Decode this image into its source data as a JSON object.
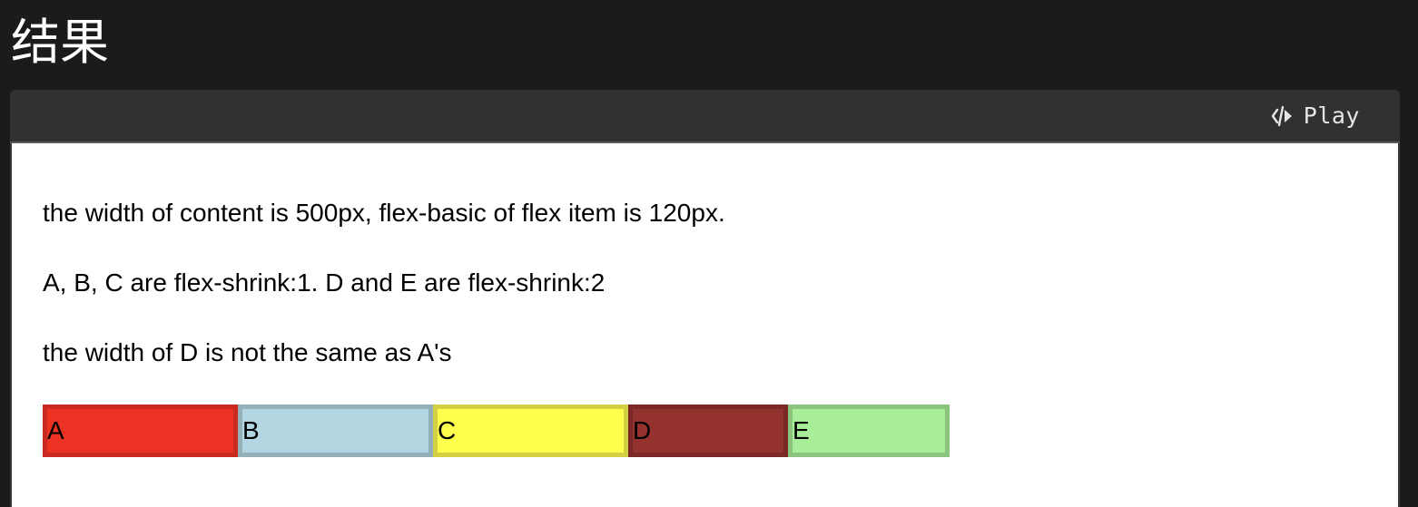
{
  "heading": "结果",
  "toolbar": {
    "play_label": "Play",
    "play_icon": "code-play-icon"
  },
  "lines": [
    "the width of content is 500px, flex-basic of flex item is 120px.",
    "A, B, C are flex-shrink:1. D and E are flex-shrink:2",
    "the width of D is not the same as A's"
  ],
  "flex_items": [
    {
      "label": "A",
      "background": "#ec3223",
      "border": "#c82920"
    },
    {
      "label": "B",
      "background": "#b3d7e2",
      "border": "#93b0b9"
    },
    {
      "label": "C",
      "background": "#ffff4e",
      "border": "#d1d143"
    },
    {
      "label": "D",
      "background": "#943230",
      "border": "#7a2927"
    },
    {
      "label": "E",
      "background": "#a8ed97",
      "border": "#8bc47e"
    }
  ]
}
